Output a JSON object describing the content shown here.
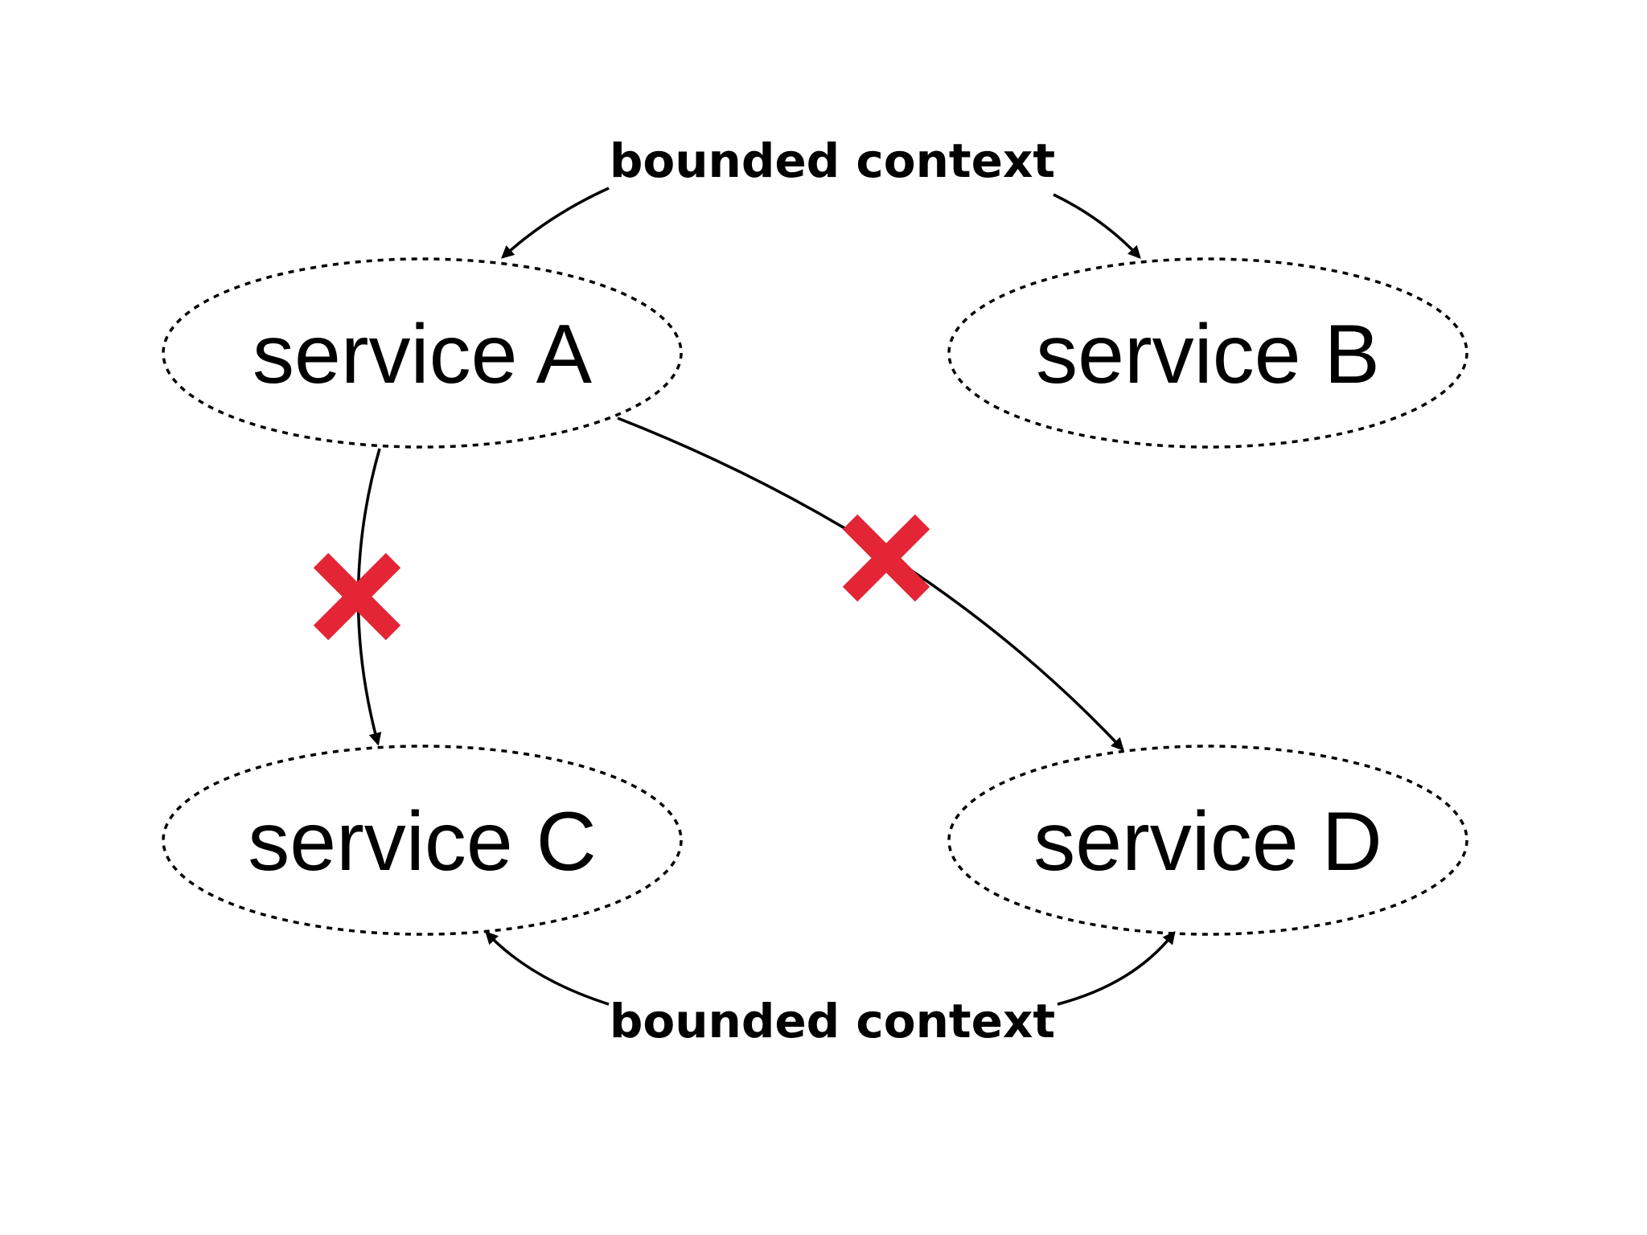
{
  "services": {
    "a": "service A",
    "b": "service B",
    "c": "service C",
    "d": "service D"
  },
  "bounded_context": {
    "top_label": "bounded context",
    "bottom_label": "bounded context"
  },
  "colors": {
    "cross": "#e42535",
    "line": "#000000"
  },
  "icons": {
    "blocked_dependency": "cross-icon"
  }
}
